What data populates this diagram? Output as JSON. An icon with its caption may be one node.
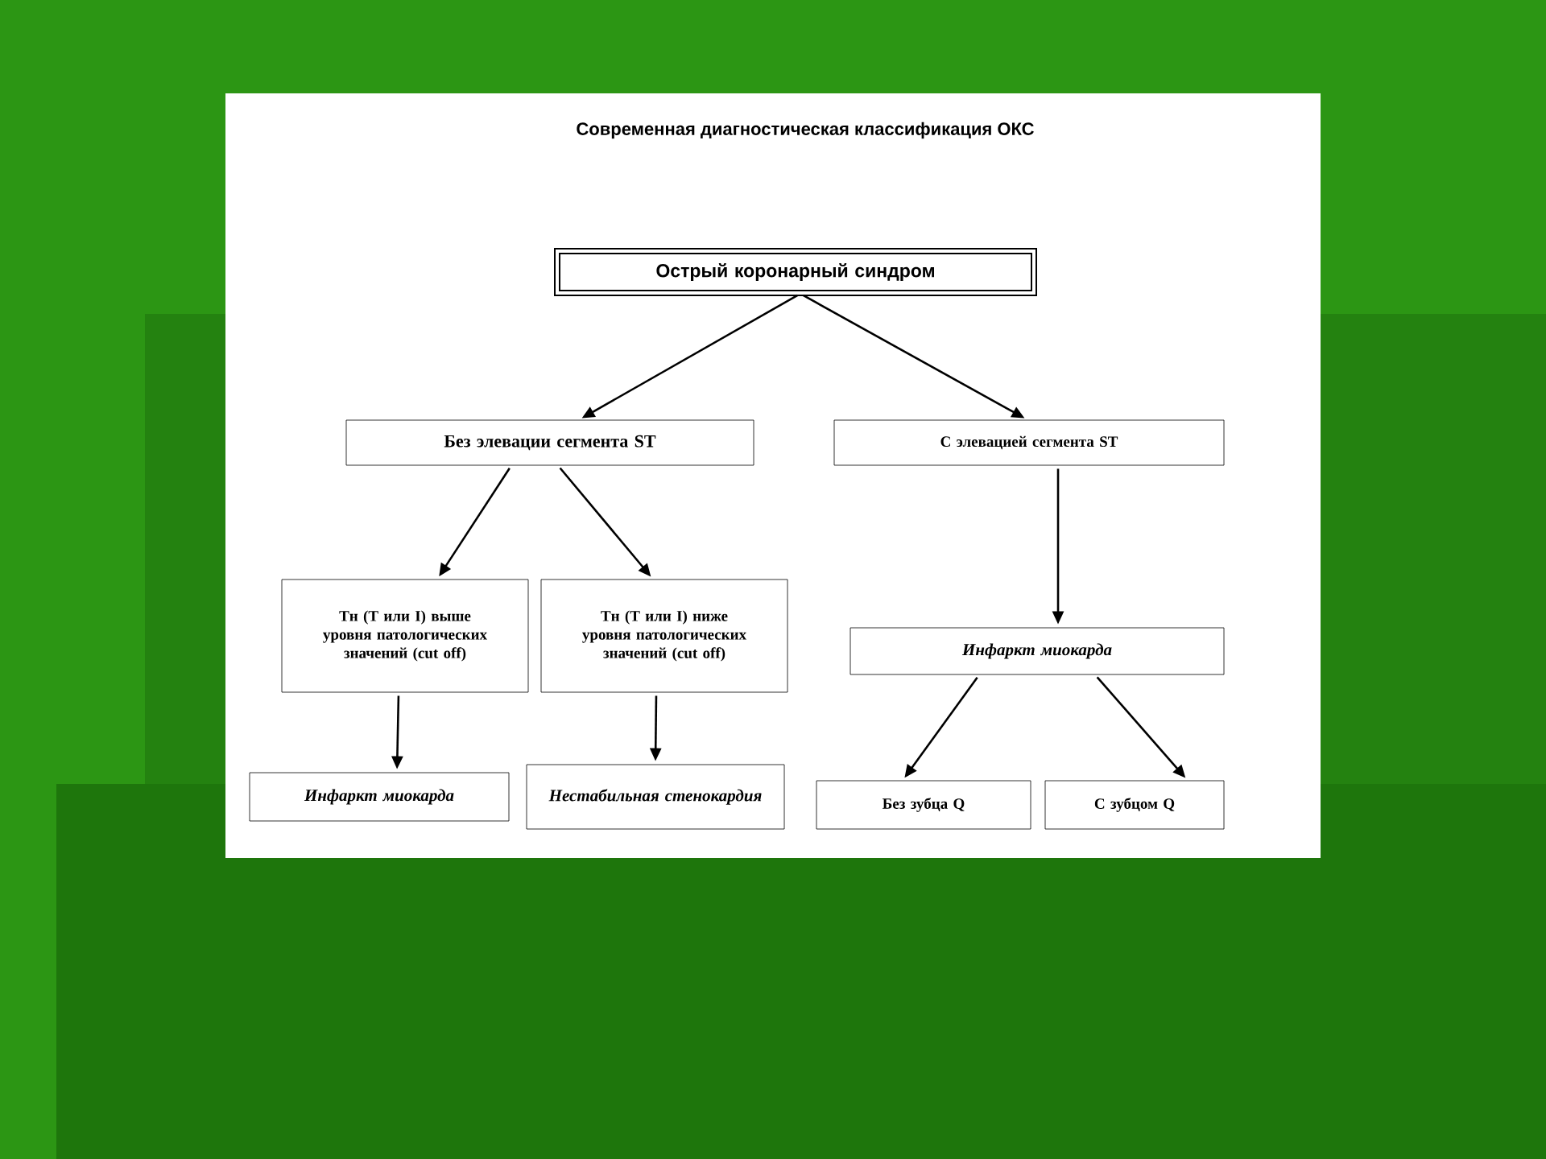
{
  "diagram": {
    "title": "Современная диагностическая классификация ОКС",
    "nodes": [
      {
        "text": [
          "Острый коронарный синдром"
        ]
      },
      {
        "text": [
          "Без элевации сегмента ST"
        ]
      },
      {
        "text": [
          "С элевацией сегмента ST"
        ]
      },
      {
        "text": [
          "Тн (Т или I) выше уровня патологических значений (cut off)"
        ]
      },
      {
        "text": [
          "Тн (Т или I) ниже уровня патологических значений (cut off)"
        ]
      },
      {
        "text": [
          "Инфаркт миокарда"
        ]
      },
      {
        "text": [
          "Инфаркт миокарда"
        ]
      },
      {
        "text": [
          "Нестабильная стенокардия"
        ]
      },
      {
        "text": [
          "Без зубца Q"
        ]
      },
      {
        "text": [
          "С зубцом Q"
        ]
      }
    ],
    "edges": [
      {
        "from": 0,
        "to": 1,
        "arrow": "to"
      },
      {
        "from": 0,
        "to": 2,
        "arrow": "to"
      },
      {
        "from": 1,
        "to": 3,
        "arrow": "to"
      },
      {
        "from": 1,
        "to": 4,
        "arrow": "to"
      },
      {
        "from": 2,
        "to": 5,
        "arrow": "to"
      },
      {
        "from": 3,
        "to": 6,
        "arrow": "to"
      },
      {
        "from": 4,
        "to": 7,
        "arrow": "to"
      },
      {
        "from": 5,
        "to": 8,
        "arrow": "to"
      },
      {
        "from": 5,
        "to": 9,
        "arrow": "to"
      }
    ]
  }
}
